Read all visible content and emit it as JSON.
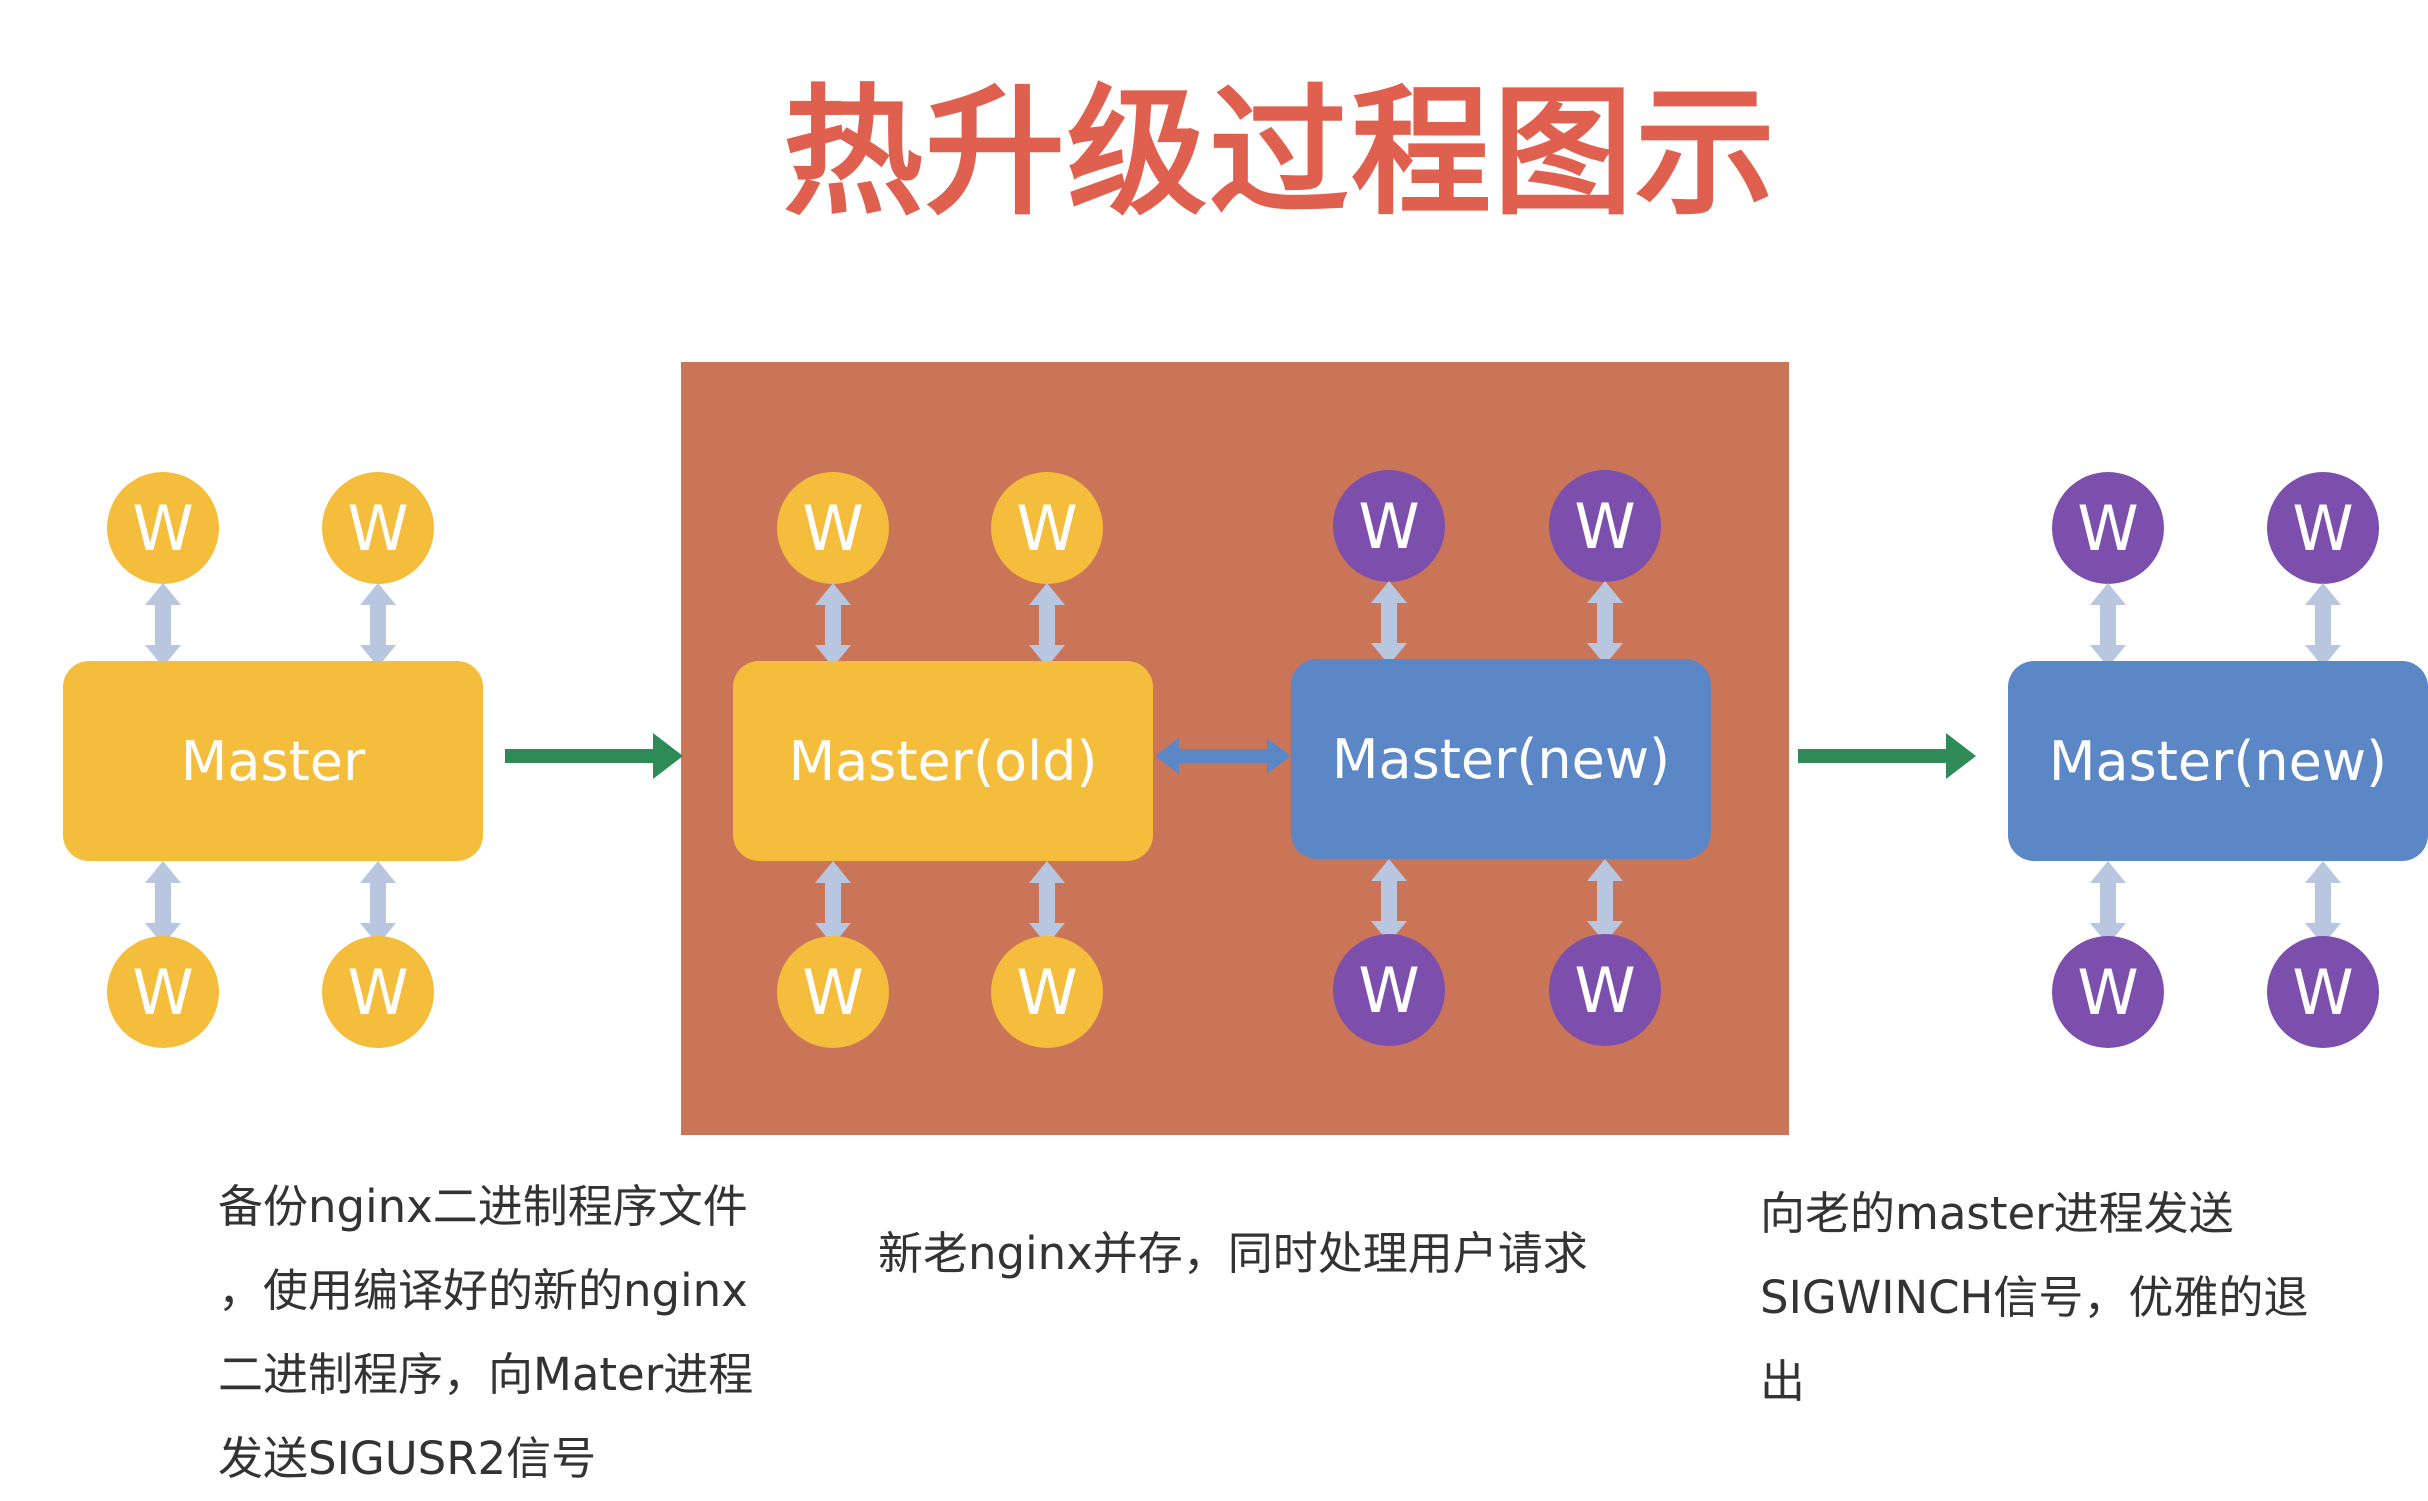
{
  "title": "热升级过程图示",
  "worker_label": "W",
  "colors": {
    "title": "#e06050",
    "panel": "#cb7558",
    "old_process": "#f5bd3c",
    "new_master": "#5b87c7",
    "new_worker": "#7d4fac",
    "link_arrow": "#b8c6df",
    "flow_arrow": "#2e8b57",
    "master_link_arrow": "#5b87c7"
  },
  "stages": [
    {
      "master_label": "Master"
    },
    {
      "old_master_label": "Master(old)",
      "new_master_label": "Master(new)"
    },
    {
      "master_label": "Master(new)"
    }
  ],
  "captions": {
    "stage1": [
      "备份nginx二进制程序文件",
      "，使用编译好的新的nginx",
      "二进制程序，向Mater进程",
      "发送SIGUSR2信号"
    ],
    "stage2": [
      "新老nginx并存，同时处理用户请求"
    ],
    "stage3": [
      "向老的master进程发送",
      "SIGWINCH信号，优雅的退",
      "出"
    ]
  }
}
